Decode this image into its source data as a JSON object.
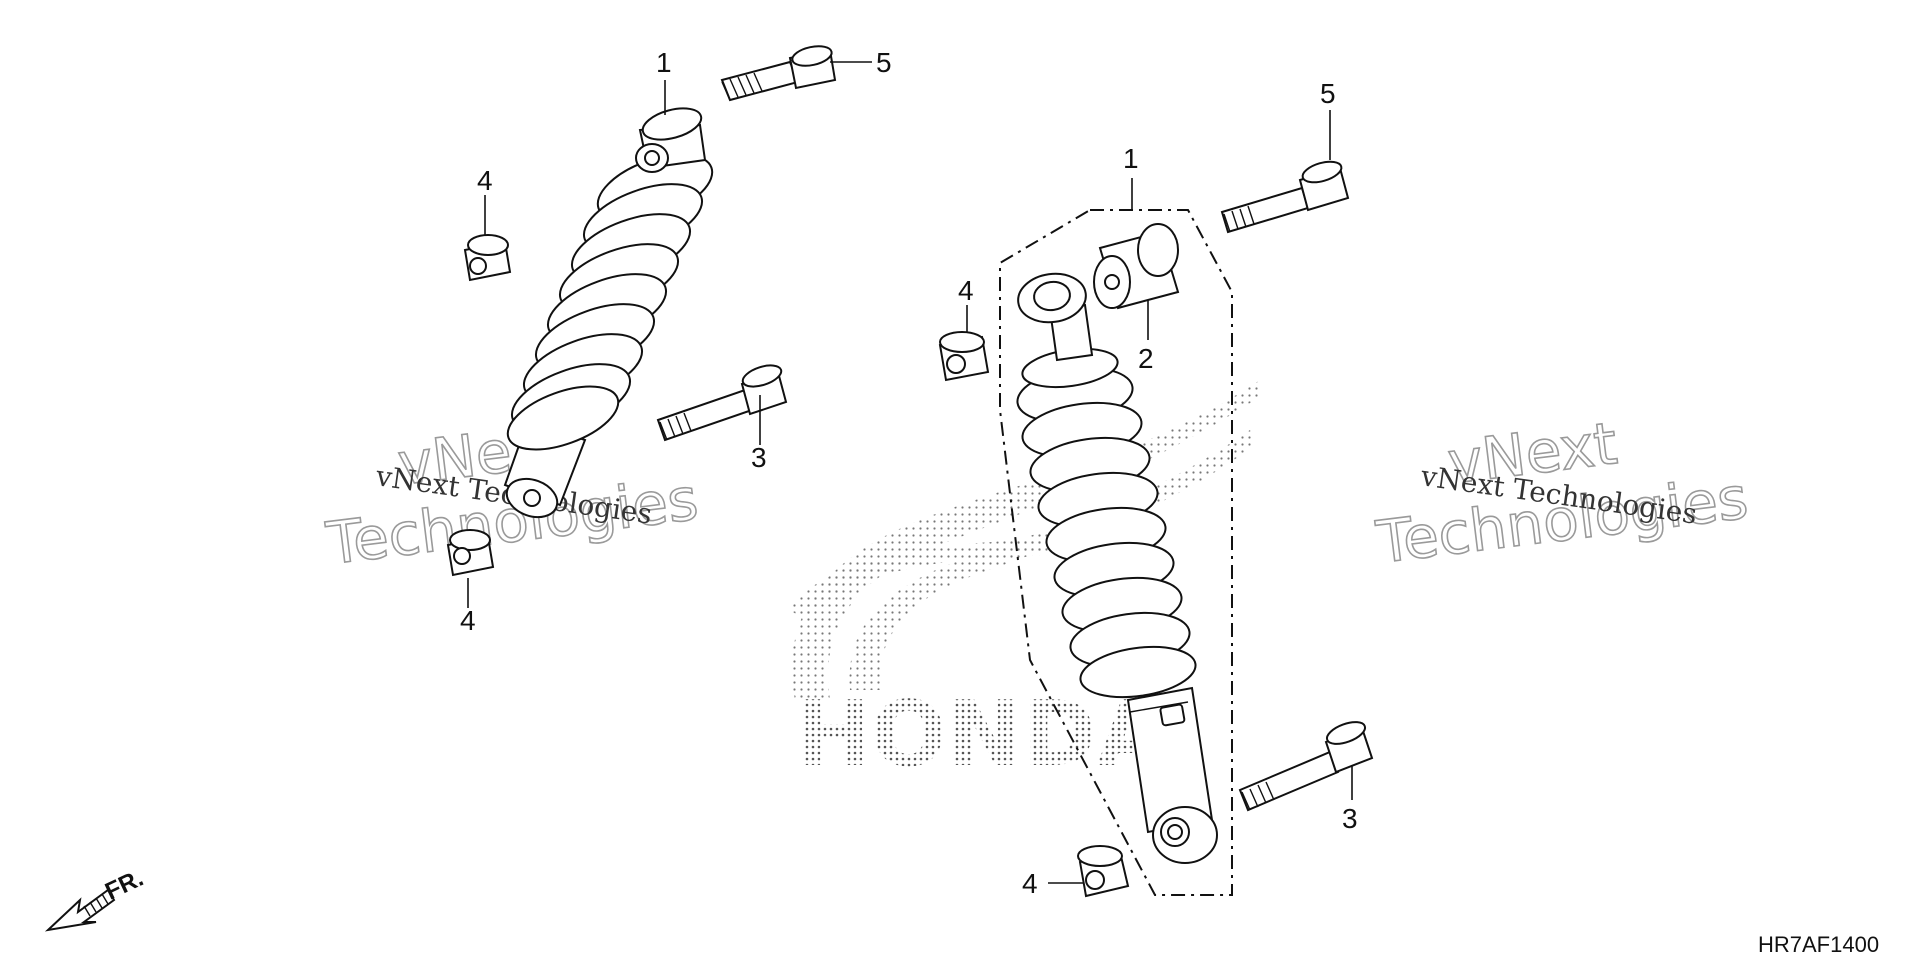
{
  "callouts": {
    "left_shock": "1",
    "left_bolt_top": "5",
    "left_nut_top": "4",
    "left_bolt_mid": "3",
    "left_nut_bottom": "4",
    "right_shock": "1",
    "right_bolt_top": "5",
    "right_bushing": "2",
    "right_nut_top": "4",
    "right_bolt_bottom": "3",
    "right_nut_bottom": "4"
  },
  "watermarks": {
    "line_small": "vNext Technologies",
    "line_big_1": "vNext",
    "line_big_2": "Technologies"
  },
  "logo": {
    "text": "HONDA"
  },
  "direction": {
    "label": "FR."
  },
  "diagram_code": "HR7AF1400"
}
